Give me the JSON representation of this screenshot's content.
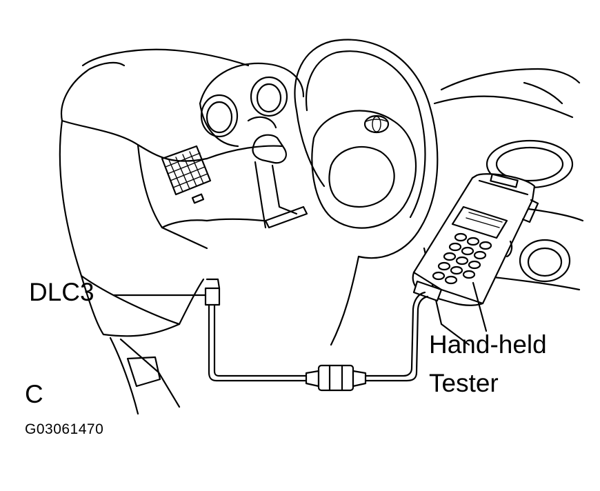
{
  "labels": {
    "dlc3": "DLC3",
    "tester_line1": "Hand-held",
    "tester_line2": "Tester",
    "view_letter": "C",
    "figure_code": "G03061470"
  },
  "colors": {
    "ink": "#000000",
    "background": "#ffffff"
  },
  "icons": {
    "steering_emblem": "toyota-emblem-icon"
  }
}
